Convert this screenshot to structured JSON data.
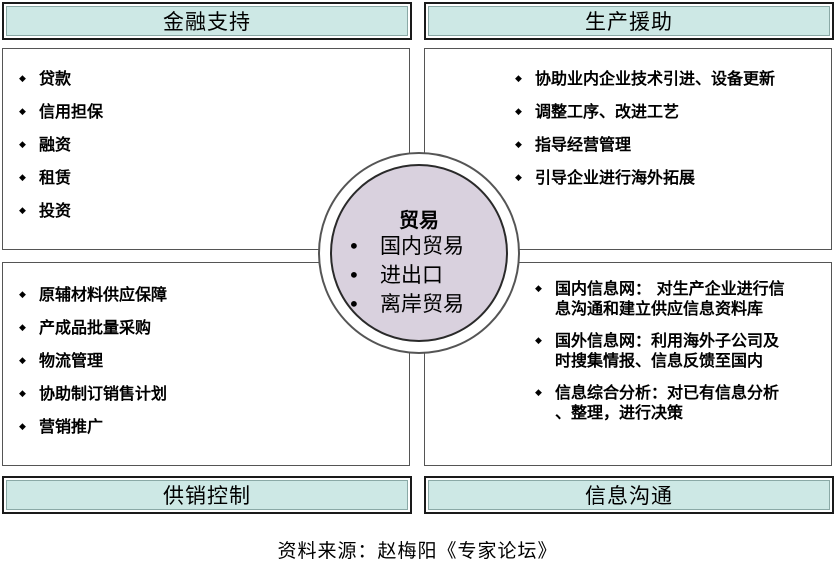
{
  "headers": {
    "top_left": "金融支持",
    "top_right": "生产援助",
    "bottom_left": "供销控制",
    "bottom_right": "信息沟通"
  },
  "panels": {
    "top_left": [
      "贷款",
      "信用担保",
      "融资",
      "租赁",
      "投资"
    ],
    "top_right": [
      "协助业内企业技术引进、设备更新",
      "调整工序、改进工艺",
      "指导经营管理",
      "引导企业进行海外拓展"
    ],
    "bottom_left": [
      "原辅材料供应保障",
      "产成品批量采购",
      "物流管理",
      "协助制订销售计划",
      "营销推广"
    ],
    "bottom_right": [
      [
        "国内信息网： 对生产企业进行信",
        "息沟通和建立供应信息资料库"
      ],
      [
        "国外信息网：利用海外子公司及",
        "时搜集情报、信息反馈至国内"
      ],
      [
        "信息综合分析：对已有信息分析",
        "、整理，进行决策"
      ]
    ]
  },
  "center": {
    "title": "贸易",
    "items": [
      "国内贸易",
      "进出口",
      "离岸贸易"
    ]
  },
  "source": "资料来源：赵梅阳《专家论坛》",
  "colors": {
    "header_fill": "#cde8e5",
    "circle_fill": "#d9d1de"
  }
}
